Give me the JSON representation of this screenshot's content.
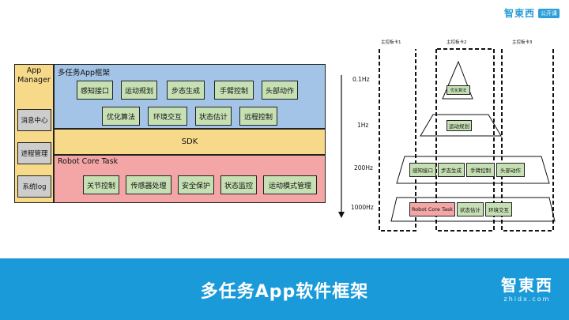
{
  "header": {
    "brand": "智東西",
    "badge": "公开课"
  },
  "architecture": {
    "app_manager": {
      "title_line1": "App",
      "title_line2": "Manager",
      "items": [
        "消息中心",
        "进程管理",
        "系统log"
      ]
    },
    "app_layer": {
      "title": "多任务App框架",
      "row1": [
        "感知接口",
        "运动规划",
        "步态生成",
        "手臂控制",
        "头部动作"
      ],
      "row2": [
        "优化算法",
        "环境交互",
        "状态估计",
        "远程控制"
      ]
    },
    "sdk_layer": {
      "title": "SDK"
    },
    "core_layer": {
      "title": "Robot Core Task",
      "modules": [
        "关节控制",
        "传感器处理",
        "安全保护",
        "状态监控",
        "运动模式管理"
      ]
    },
    "colors": {
      "app": "#a3c4e6",
      "sdk": "#f7d98a",
      "core": "#f4a6a6",
      "module": "#c6e0b4",
      "manager_item": "#cdcdcd"
    }
  },
  "frequency_diagram": {
    "cards": [
      "主控板卡1",
      "主控板卡2",
      "主控板卡3"
    ],
    "frequencies": [
      "0.1Hz",
      "1Hz",
      "200Hz",
      "1000Hz"
    ],
    "level_01hz": [
      "优化算法"
    ],
    "level_1hz": [
      "运动规划"
    ],
    "level_200hz": [
      "感知接口",
      "步态生成",
      "手臂控制",
      "头部动作"
    ],
    "level_1000hz": [
      "Robot Core Task",
      "状态估计",
      "环境交互"
    ]
  },
  "footer": {
    "title": "多任务App软件框架",
    "logo": "智東西",
    "logo_sub": "zhidx.com",
    "color": "#1b9ad9"
  }
}
